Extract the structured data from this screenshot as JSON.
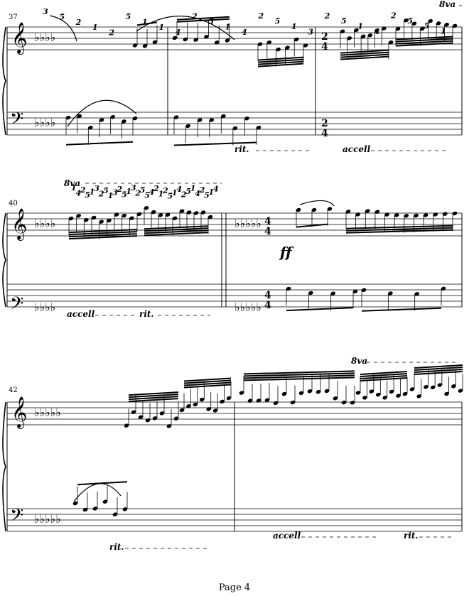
{
  "page": {
    "label": "Page 4"
  },
  "systems": [
    {
      "first_measure": "37",
      "marks": [
        "rit.",
        "accell"
      ],
      "time_signature": {
        "top": "2",
        "bottom": "4"
      },
      "ottava": "8va",
      "fingering": [
        "3",
        "5",
        "2",
        "1",
        "2",
        "5",
        "1",
        "1",
        "4",
        "2",
        "5",
        "1",
        "4",
        "2",
        "5",
        "1",
        "3",
        "2",
        "5",
        "1",
        "4",
        "2",
        "5",
        "5",
        "1"
      ]
    },
    {
      "first_measure": "40",
      "marks": [
        "accell",
        "rit.",
        "ff"
      ],
      "time_signature": {
        "top": "4",
        "bottom": "4"
      },
      "ottava": "8va",
      "fingering": [
        "1",
        "4",
        "2",
        "5",
        "1",
        "3",
        "2",
        "5",
        "1",
        "3",
        "2",
        "5",
        "1",
        "3",
        "2",
        "5",
        "5",
        "4",
        "2",
        "1",
        "2",
        "5",
        "1",
        "4",
        "2",
        "5",
        "1",
        "4",
        "2",
        "5",
        "1",
        "4"
      ]
    },
    {
      "first_measure": "42",
      "marks": [
        "rit.",
        "accell",
        "rit."
      ],
      "ottava": "8va"
    }
  ]
}
